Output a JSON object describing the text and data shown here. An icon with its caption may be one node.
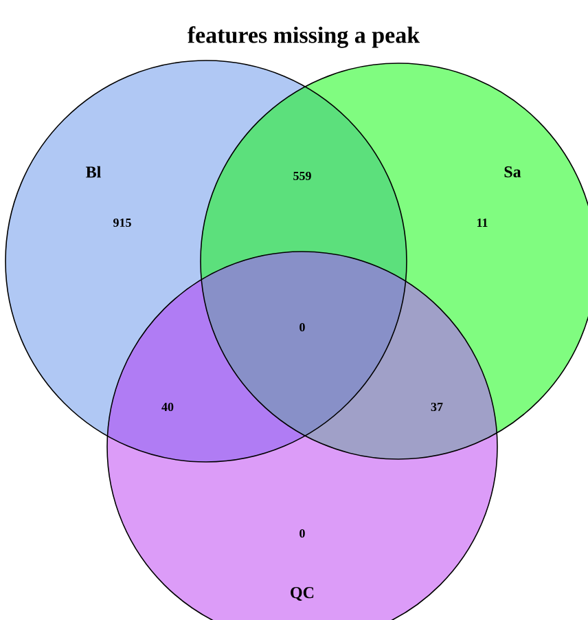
{
  "diagram": {
    "title": "features missing a peak",
    "nodes": [
      {
        "text": [
          "Bl"
        ]
      },
      {
        "text": [
          "Sa"
        ]
      },
      {
        "text": [
          "QC"
        ]
      }
    ],
    "labels": [
      "559",
      "915",
      "11",
      "0",
      "40",
      "37",
      "0"
    ]
  }
}
